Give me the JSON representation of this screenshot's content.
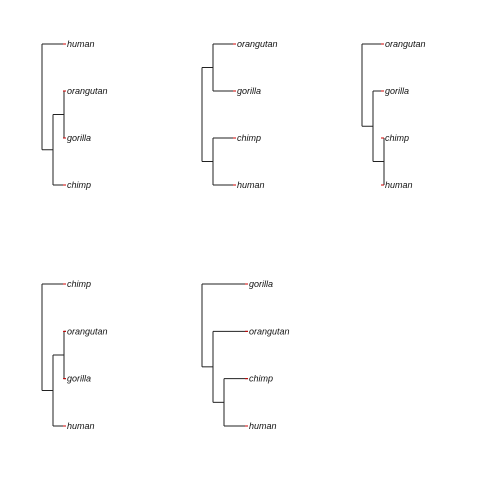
{
  "trees": [
    {
      "id": "tree-1",
      "structure": [
        "human",
        [
          [
            "orangutan",
            "gorilla"
          ],
          "chimp"
        ]
      ],
      "leaves": [
        "human",
        "orangutan",
        "gorilla",
        "chimp"
      ]
    },
    {
      "id": "tree-2",
      "structure": [
        [
          "orangutan",
          "gorilla"
        ],
        [
          "chimp",
          "human"
        ]
      ],
      "leaves": [
        "orangutan",
        "gorilla",
        "chimp",
        "human"
      ]
    },
    {
      "id": "tree-3",
      "structure": [
        "orangutan",
        [
          "gorilla",
          [
            "chimp",
            "human"
          ]
        ]
      ],
      "leaves": [
        "orangutan",
        "gorilla",
        "chimp",
        "human"
      ]
    },
    {
      "id": "tree-4",
      "structure": [
        "chimp",
        [
          [
            "orangutan",
            "gorilla"
          ],
          "human"
        ]
      ],
      "leaves": [
        "chimp",
        "orangutan",
        "gorilla",
        "human"
      ]
    },
    {
      "id": "tree-5",
      "structure": [
        "gorilla",
        [
          "orangutan",
          [
            "chimp",
            "human"
          ]
        ]
      ],
      "leaves": [
        "gorilla",
        "orangutan",
        "chimp",
        "human"
      ]
    }
  ],
  "colors": {
    "branch": "#222222",
    "tip_tick": "#cc0000"
  }
}
